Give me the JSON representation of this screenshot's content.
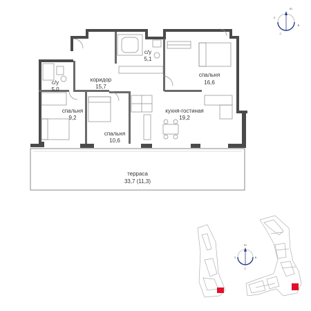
{
  "plan": {
    "rooms": [
      {
        "id": "bath1",
        "name": "с/у",
        "area": "5,1"
      },
      {
        "id": "bath2",
        "name": "с/у",
        "area": "5,0"
      },
      {
        "id": "corridor",
        "name": "коридор",
        "area": "15,7"
      },
      {
        "id": "bedroom_main",
        "name": "спальня",
        "area": "16,6"
      },
      {
        "id": "bedroom_left",
        "name": "спальня",
        "area": "9,2"
      },
      {
        "id": "bedroom_mid",
        "name": "спальня",
        "area": "10,6"
      },
      {
        "id": "kitchen_living",
        "name": "кухня-гостиная",
        "area": "19,2"
      },
      {
        "id": "terrace",
        "name": "терраса",
        "area": "33,7 (11,3)"
      }
    ]
  },
  "compass_top": {
    "letters": [
      "Ю",
      "В",
      "С",
      "З"
    ]
  },
  "compass_map": {
    "letters": [
      "Ю",
      "В",
      "С",
      "З"
    ]
  },
  "colors": {
    "wall": "#4a4a4a",
    "line": "#8a8a8a",
    "highlight": "#e0102c",
    "compass_accent": "#2a3a8c"
  }
}
